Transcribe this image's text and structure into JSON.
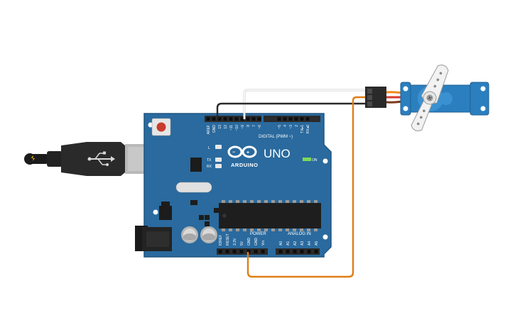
{
  "board": {
    "brand": "ARDUINO",
    "model": "UNO",
    "on_label": "ON",
    "led_l_label": "L",
    "led_tx_label": "TX",
    "led_rx_label": "RX",
    "digital_label": "DIGITAL (PWM ~)",
    "power_label": "POWER",
    "analog_label": "ANALOG IN",
    "digital_pins": [
      "AREF",
      "GND",
      "13",
      "12",
      "~11",
      "~10",
      "~9",
      "8",
      "7",
      "~6",
      "~5",
      "4",
      "~3",
      "2",
      "TX▸1",
      "RX◂0"
    ],
    "power_pins": [
      "IOREF",
      "RESET",
      "3.3V",
      "5V",
      "GND",
      "GND",
      "Vin"
    ],
    "analog_pins": [
      "A0",
      "A1",
      "A2",
      "A3",
      "A4",
      "A5"
    ]
  },
  "colors": {
    "board": "#2a6a9e",
    "board_edge": "#1f5580",
    "servo": "#2b7fbf",
    "wire_signal": "#e0e0e0",
    "wire_ground": "#2a2a2a",
    "wire_power": "#e07e16",
    "servo_cable_brown": "#7a3b1a",
    "servo_cable_red": "#d83a2a",
    "servo_cable_orange": "#f08a1c"
  },
  "icons": [
    "usb-plug-icon",
    "arduino-infinity-logo-icon",
    "servo-horn-icon"
  ]
}
